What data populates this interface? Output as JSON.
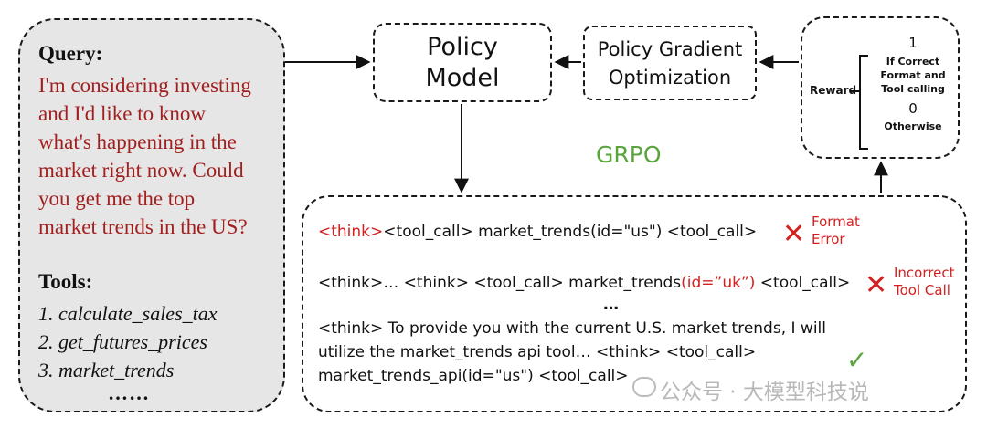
{
  "query": {
    "title": "Query:",
    "lines": [
      "I'm considering investing",
      "and I'd like to know",
      "what's happening in the",
      "market right now. Could",
      "you get me the top",
      "market trends in the US?"
    ]
  },
  "tools": {
    "title": "Tools:",
    "items": [
      "1. calculate_sales_tax",
      "2. get_futures_prices",
      "3. market_trends"
    ],
    "ellipsis": "……"
  },
  "policy_model": {
    "line1": "Policy",
    "line2": "Model"
  },
  "pgo": {
    "line1": "Policy Gradient",
    "line2": "Optimization"
  },
  "reward": {
    "label": "Reward",
    "one": "1",
    "condition_lines": [
      "If Correct",
      "Format and",
      "Tool calling"
    ],
    "zero": "0",
    "otherwise": "Otherwise"
  },
  "grpo": "GRPO",
  "rollouts": {
    "r1": {
      "think": "<think>",
      "rest": "<tool_call> market_trends(id=\"us\") <tool_call>",
      "error_line1": "Format",
      "error_line2": "Error"
    },
    "r2": {
      "pre": "<think>… <think> <tool_call> market_trends",
      "bad": "(id=”uk”)",
      "post": " <tool_call>",
      "error_line1": "Incorrect",
      "error_line2": "Tool Call"
    },
    "mid_ellipsis": "…",
    "r3": {
      "line1": "<think> To provide you with the current U.S. market trends, I will",
      "line2": "utilize the market_trends api tool… <think> <tool_call>",
      "line3": "market_trends_api(id=\"us\") <tool_call>"
    }
  },
  "watermark": "公众号 · 大模型科技说",
  "colors": {
    "query_text": "#a21f1f",
    "error": "#d42020",
    "grpo": "#5aa43c",
    "box_fill": "#e6e6e6"
  }
}
